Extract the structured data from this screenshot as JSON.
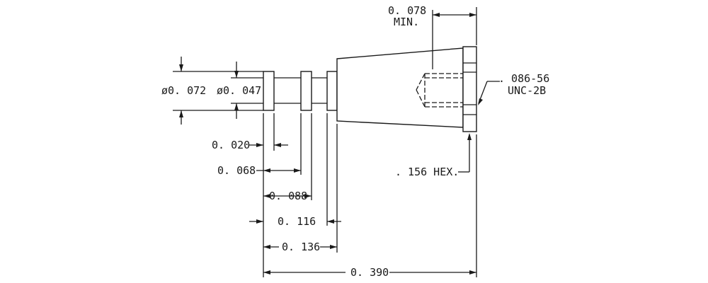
{
  "drawing": {
    "dimensions": {
      "min_depth": "0. 078",
      "min_label": "MIN.",
      "outer_dia": "ø0. 072",
      "inner_dia": "ø0. 047",
      "thread_size": ". 086-56",
      "thread_class": "UNC-2B",
      "d1": "0. 020",
      "d2": "0. 068",
      "d3": "0. 088",
      "d4": "0. 116",
      "d5": "0. 136",
      "hex": ". 156 HEX.",
      "overall": "0. 390"
    }
  }
}
